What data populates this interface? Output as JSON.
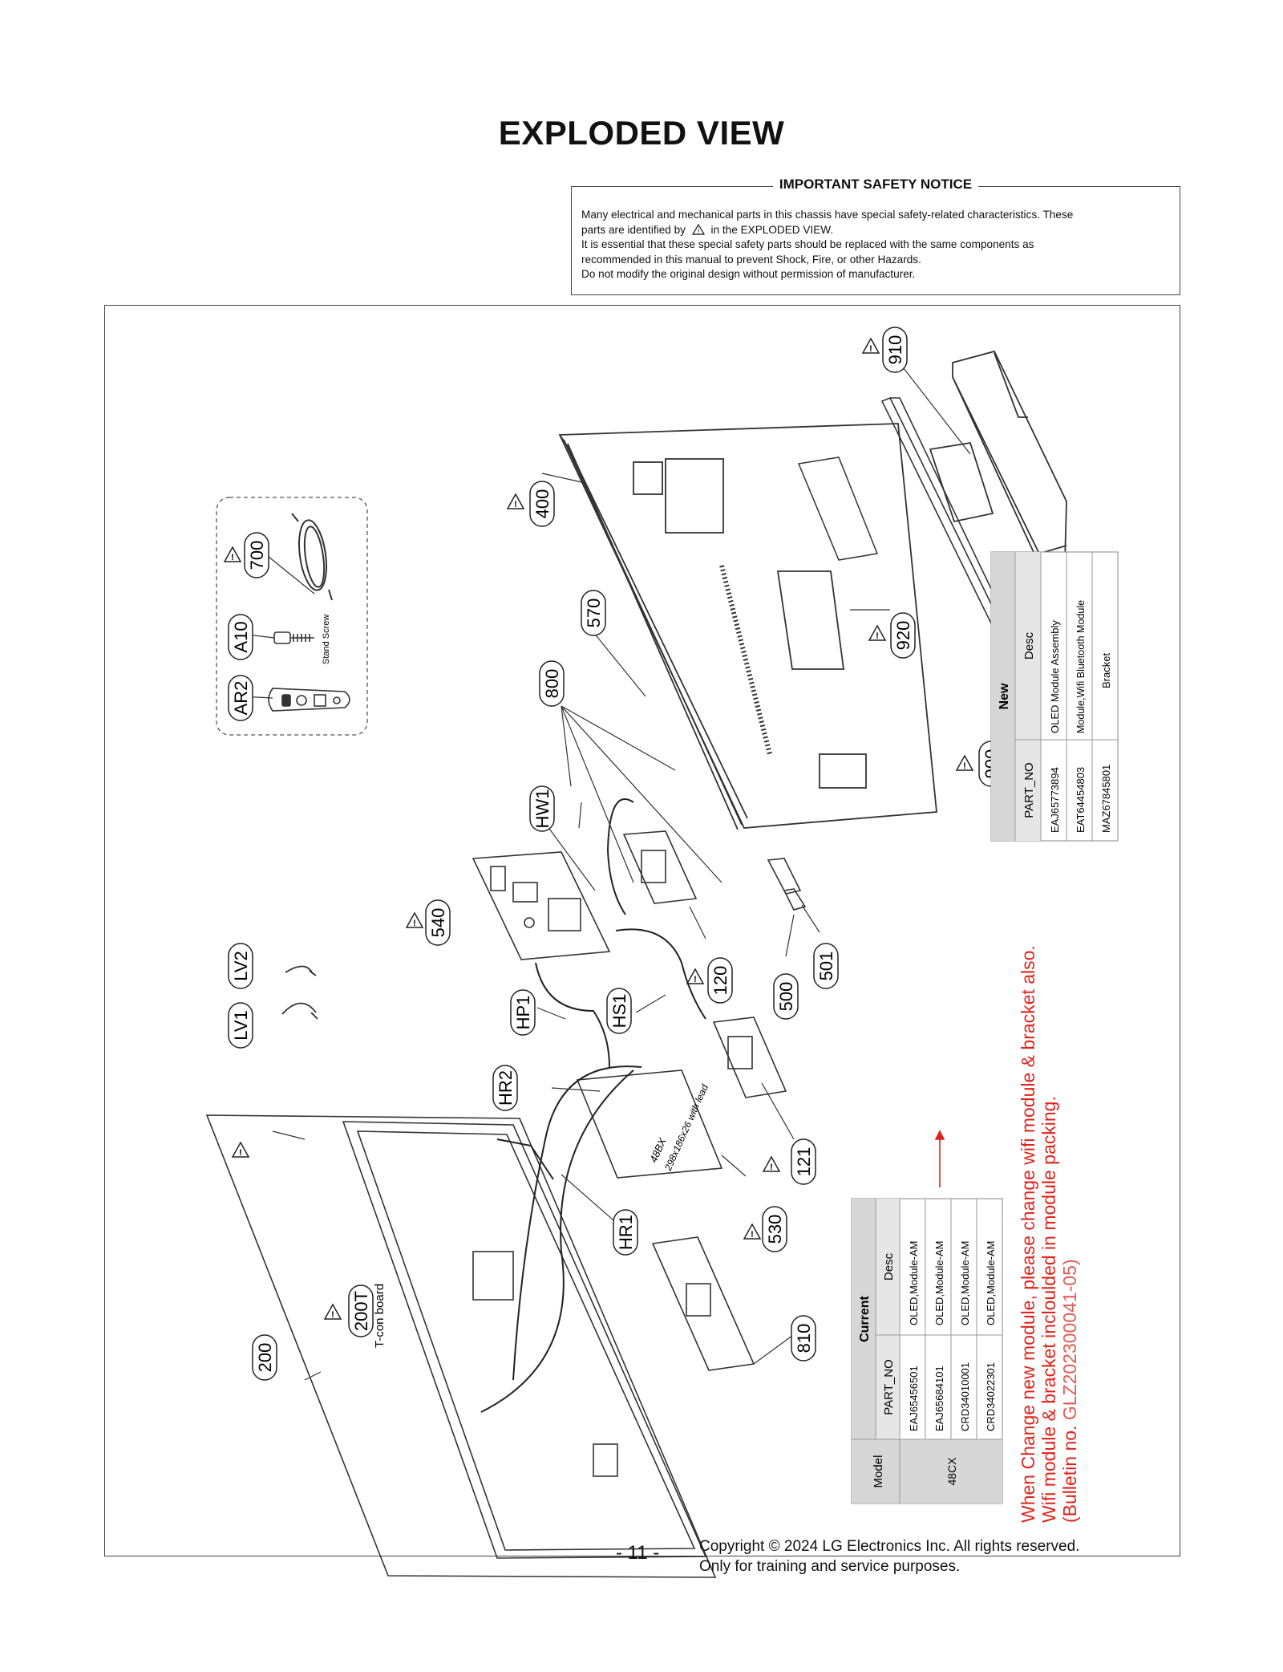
{
  "page": {
    "title": "EXPLODED VIEW",
    "page_number": "- 11 -",
    "copyright_line1": "Copyright © 2024 LG Electronics Inc. All rights reserved.",
    "copyright_line2": "Only for training and service purposes."
  },
  "notice": {
    "heading": "IMPORTANT SAFETY NOTICE",
    "line1": "Many electrical and mechanical parts in this chassis have special safety-related characteristics. These",
    "line2a": "parts are identified by",
    "line2b": "in the EXPLODED VIEW.",
    "line3": "It is essential that these special safety parts should be replaced with the same components as",
    "line4": "recommended in this manual to prevent Shock, Fire, or other Hazards.",
    "line5": "Do not modify the original design without permission of manufacturer."
  },
  "callouts": {
    "c910": "910",
    "c400": "400",
    "c700": "700",
    "cA10": "A10",
    "cAR2": "AR2",
    "c570": "570",
    "c800": "800",
    "c920": "920",
    "c900": "900",
    "cHW1": "HW1",
    "c540": "540",
    "c120": "120",
    "c500": "500",
    "c501": "501",
    "cLV2": "LV2",
    "cLV1": "LV1",
    "cHP1": "HP1",
    "cHS1": "HS1",
    "cHR2": "HR2",
    "c121": "121",
    "cHR1": "HR1",
    "c530": "530",
    "c200T": "200T",
    "c200": "200",
    "c810": "810"
  },
  "labels": {
    "stand_screw": "Stand Screw",
    "tcon_board": "T-con board",
    "panel_text1": "48BX",
    "panel_text2": "298x186x26 with lead"
  },
  "current_table": {
    "title": "Current",
    "headers": [
      "Model",
      "PART_NO",
      "Desc"
    ],
    "model": "48CX",
    "rows": [
      [
        "EAJ65456501",
        "OLED,Module-AM"
      ],
      [
        "EAJ65684101",
        "OLED,Module-AM"
      ],
      [
        "CRD34010001",
        "OLED,Module-AM"
      ],
      [
        "CRD34022301",
        "OLED,Module-AM"
      ]
    ]
  },
  "new_table": {
    "title": "New",
    "headers": [
      "PART_NO",
      "Desc"
    ],
    "rows": [
      [
        "EAJ65773894",
        "OLED Module Assembly"
      ],
      [
        "EAT64454803",
        "Module,Wifi Bluetooth Module"
      ],
      [
        "MAZ67845801",
        "Bracket"
      ]
    ]
  },
  "red_note": {
    "line1": "When Change new module, please change wifi module & bracket also.",
    "line2": "Wifi module & bracket incloulded in module packing.",
    "line3a": "(Bulletin no. ",
    "line3b": "GLZ202300041-05)"
  },
  "colors": {
    "note_red": "#e0231a",
    "table_header_gray": "#d6d6d6",
    "line": "#222222"
  }
}
